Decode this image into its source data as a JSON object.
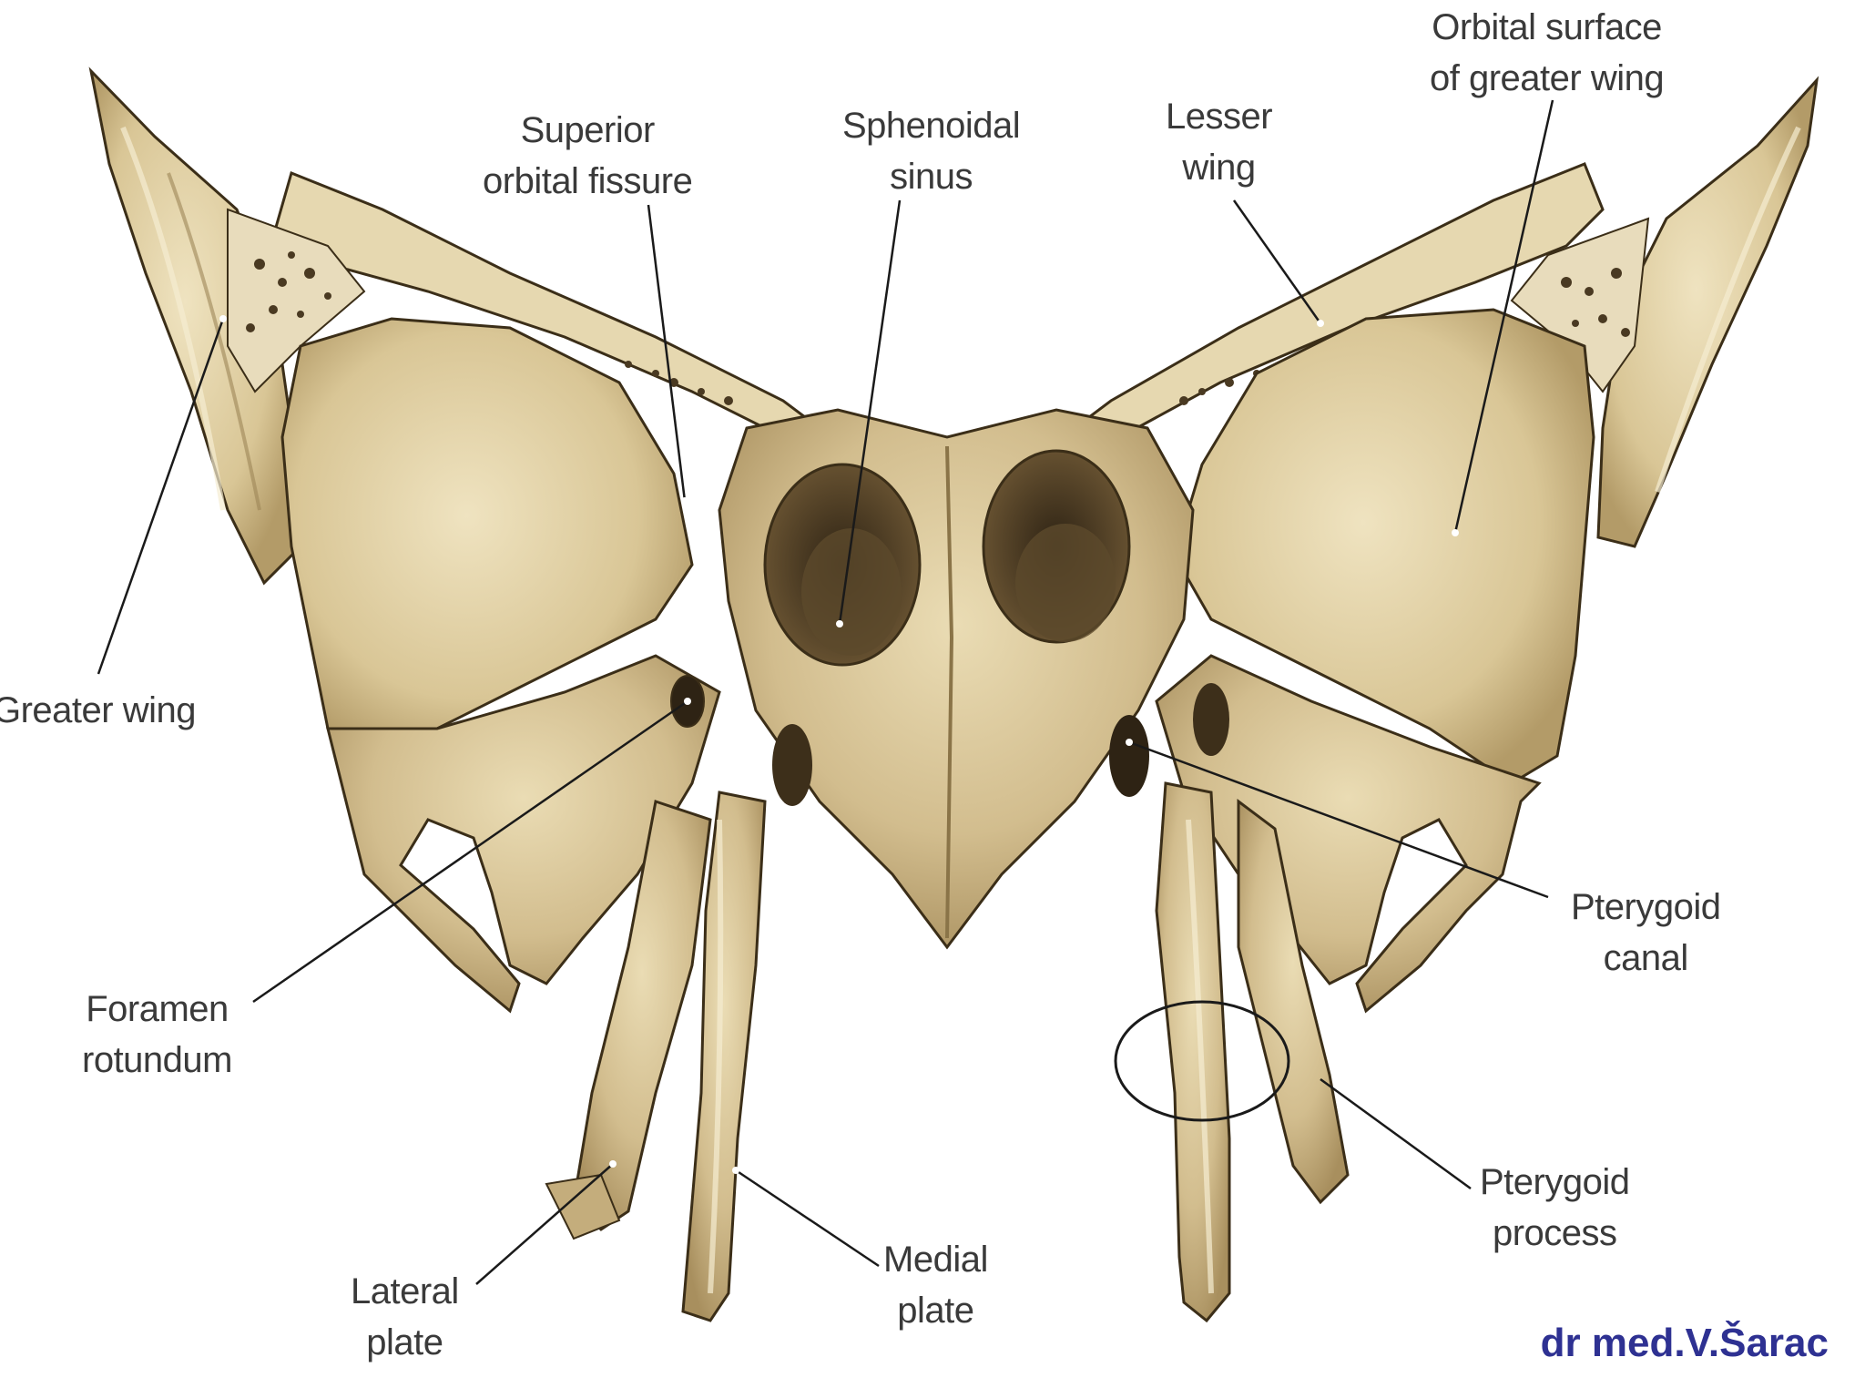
{
  "labels": {
    "superior_orbital_fissure": "Superior\norbital fissure",
    "sphenoidal_sinus": "Sphenoidal\nsinus",
    "lesser_wing": "Lesser\nwing",
    "orbital_surface_greater_wing": "Orbital surface\nof greater wing",
    "greater_wing": "Greater wing",
    "pterygoid_canal": "Pterygoid\ncanal",
    "foramen_rotundum": "Foramen\nrotundum",
    "pterygoid_process": "Pterygoid\nprocess",
    "lateral_plate": "Lateral\nplate",
    "medial_plate": "Medial\nplate"
  },
  "credit": "dr med.V.Šarac",
  "colors": {
    "bone_fill": "#cdb88a",
    "bone_light": "#e6d8b0",
    "bone_shadow": "#8a7448",
    "bone_outline": "#3b2e18",
    "cavity": "#4a3a22",
    "leader": "#1a1a1a",
    "credit": "#2e3192"
  }
}
